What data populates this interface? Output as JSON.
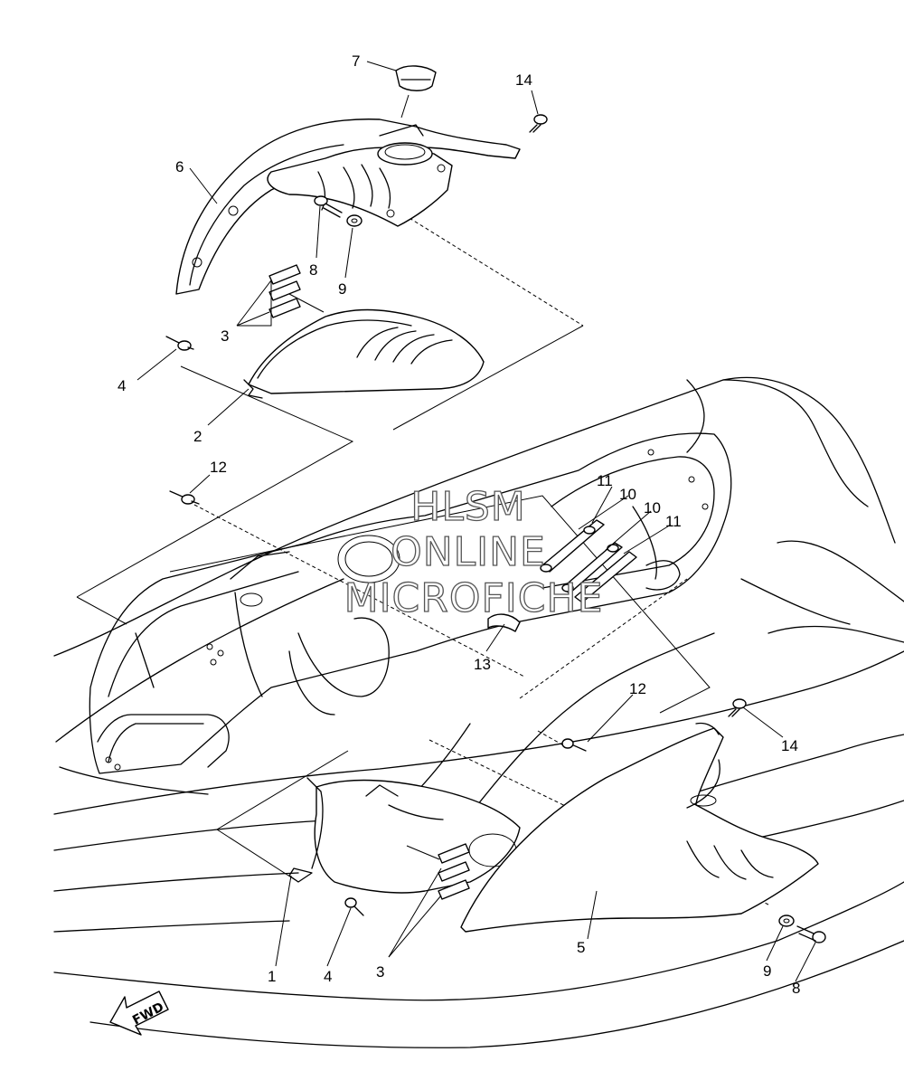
{
  "callouts": {
    "c1": "1",
    "c2": "2",
    "c3a": "3",
    "c3b": "3",
    "c4a": "4",
    "c4b": "4",
    "c5": "5",
    "c6": "6",
    "c7": "7",
    "c8a": "8",
    "c8b": "8",
    "c9a": "9",
    "c9b": "9",
    "c10a": "10",
    "c10b": "10",
    "c11a": "11",
    "c11b": "11",
    "c12a": "12",
    "c12b": "12",
    "c13": "13",
    "c14a": "14",
    "c14b": "14"
  },
  "watermark": {
    "line1": "HLSM",
    "line2": "ONLINE",
    "line3": "MICROFICHE"
  },
  "direction_marker": "FWD"
}
